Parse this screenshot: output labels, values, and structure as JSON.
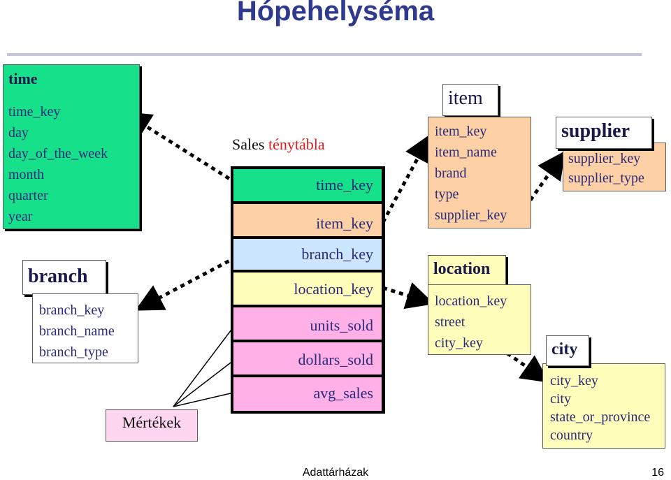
{
  "title": "Hópehelyséma",
  "time": {
    "title": "time",
    "fields": [
      "time_key",
      "day",
      "day_of_the_week",
      "month",
      "quarter",
      "year"
    ],
    "color": "#17e08a"
  },
  "branch": {
    "title": "branch",
    "fields": [
      "branch_key",
      "branch_name",
      "branch_type"
    ]
  },
  "fact": {
    "title_prefix": "Sales ",
    "title_suffix": "ténytábla",
    "rows": [
      {
        "label": "time_key",
        "color": "#17e08a"
      },
      {
        "label": "item_key",
        "color": "#fdd0a5"
      },
      {
        "label": "branch_key",
        "color": "#cde6ff"
      },
      {
        "label": "location_key",
        "color": "#ffffbb"
      },
      {
        "label": "units_sold",
        "color": "#ffb0e6"
      },
      {
        "label": "dollars_sold",
        "color": "#ffb0e6"
      },
      {
        "label": "avg_sales",
        "color": "#ffb0e6"
      }
    ]
  },
  "measures_label": "Mértékek",
  "item": {
    "title": "item",
    "fields": [
      "item_key",
      "item_name",
      "brand",
      "type",
      "supplier_key"
    ],
    "color": "#fdd0a5"
  },
  "supplier": {
    "title": "supplier",
    "fields": [
      "supplier_key",
      "supplier_type"
    ]
  },
  "location": {
    "title": "location",
    "fields": [
      "location_key",
      "street",
      "city_key"
    ],
    "color": "#ffffbb"
  },
  "city": {
    "title": "city",
    "fields": [
      "city_key",
      "city",
      "state_or_province",
      "country"
    ]
  },
  "footer": {
    "text": "Adattárházak",
    "page": "16"
  }
}
